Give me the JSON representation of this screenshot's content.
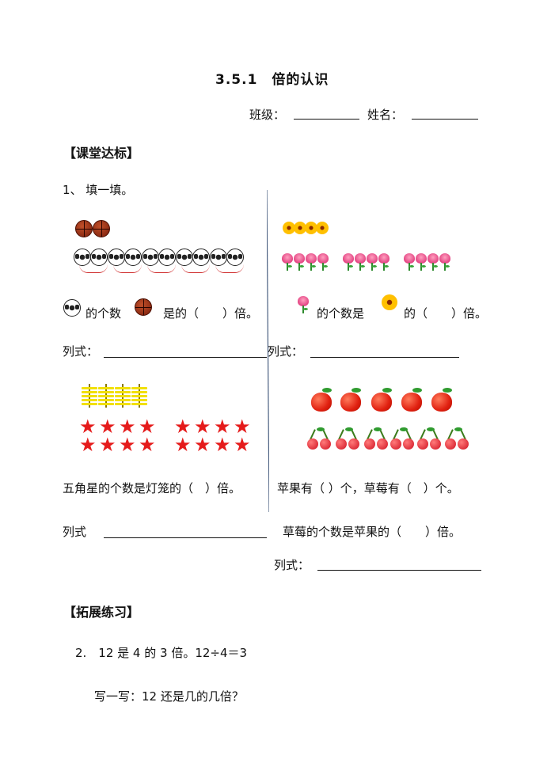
{
  "title": "3.5.1　倍的认识",
  "header": {
    "class_label": "班级：",
    "name_label": "姓名："
  },
  "section1": "【课堂达标】",
  "q1": {
    "label": "1、 填一填。"
  },
  "left1": {
    "text_a": "的个数",
    "text_b": "是的（　　）倍。",
    "formula": "列式："
  },
  "right1": {
    "text_a": "的个数是",
    "text_b": "的（　　）倍。",
    "formula": "列式："
  },
  "left2": {
    "text": "五角星的个数是灯笼的（　）倍。",
    "formula": "列式"
  },
  "right2": {
    "text": "苹果有（  ）个，草莓有（　）个。",
    "text2": "草莓的个数是苹果的（　　）倍。",
    "formula": "列式："
  },
  "section2": "【拓展练习】",
  "q2": {
    "label": "2.　12 是 4 的 3 倍。12÷4＝3",
    "sub": "写一写：12 还是几的几倍？"
  },
  "icons": [
    "basketball-icon",
    "soccer-ball-icon",
    "pink-flower-icon",
    "yellow-pansy-icon",
    "lantern-icon",
    "red-star-icon",
    "apple-icon",
    "cherry-icon"
  ]
}
